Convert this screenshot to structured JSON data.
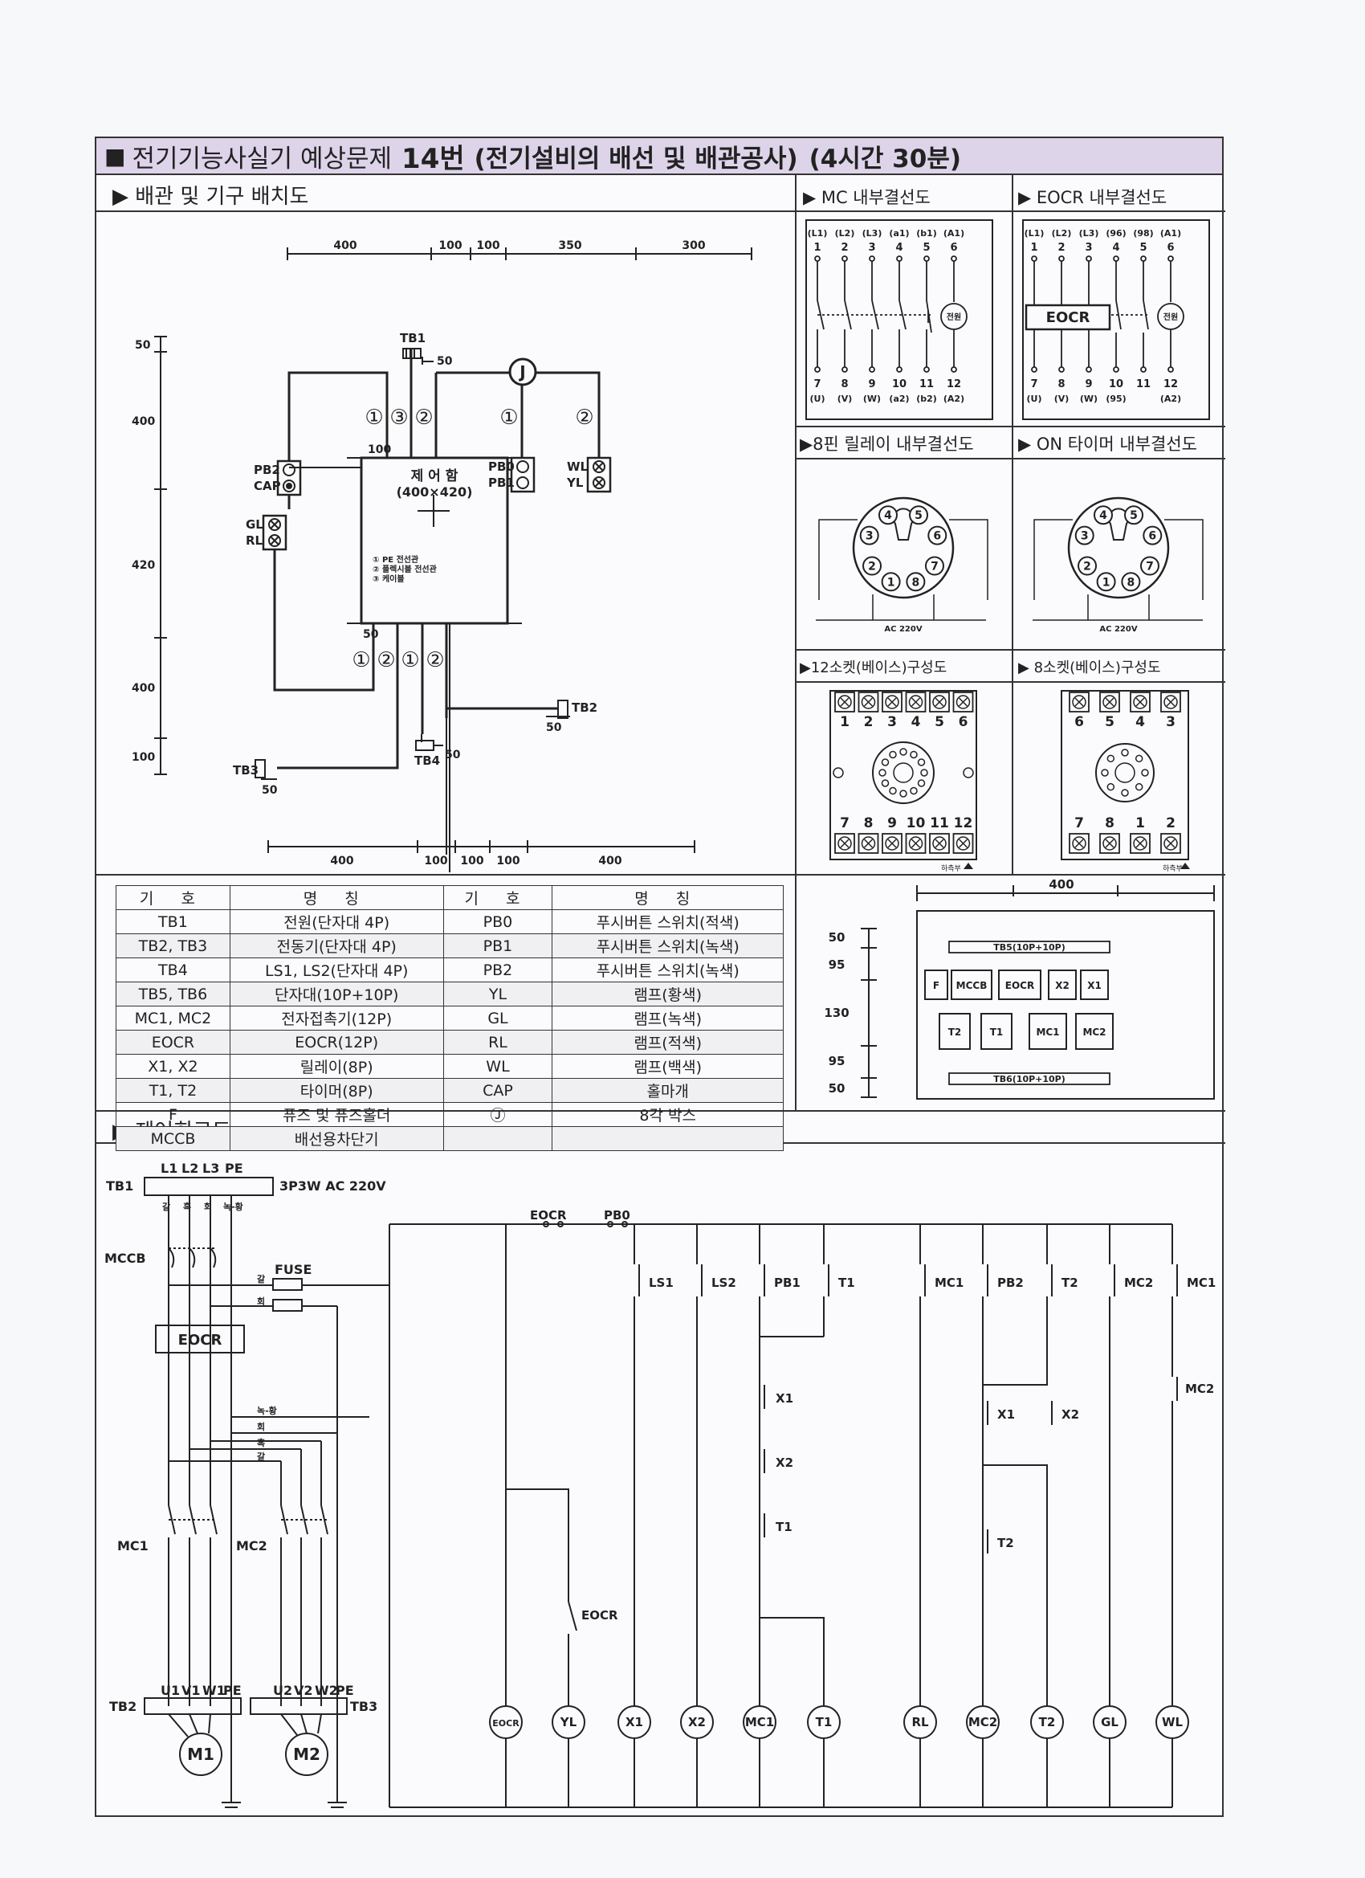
{
  "title": {
    "prefix": "전기기능사실기 예상문제",
    "number": "14번",
    "subject": "(전기설비의 배선 및 배관공사)",
    "time": "(4시간 30분)"
  },
  "sections": {
    "layout": "▶ 배관 및 기구 배치도",
    "mc_internal": "▶ MC 내부결선도",
    "eocr_internal": "▶ EOCR 내부결선도",
    "relay8": "▶8핀 릴레이 내부결선도",
    "timer_on": "▶ ON 타이머 내부결선도",
    "socket12": "▶12소켓(베이스)구성도",
    "socket8": "▶ 8소켓(베이스)구성도",
    "control": "▶ 제어회로도"
  },
  "layout_diagram": {
    "top_dims": [
      "400",
      "100",
      "100",
      "350",
      "300"
    ],
    "bottom_dims": [
      "400",
      "100",
      "100",
      "100",
      "400"
    ],
    "left_dims": [
      "50",
      "400",
      "420",
      "400",
      "100"
    ],
    "small_dims": [
      "50",
      "100",
      "50",
      "50",
      "50",
      "50"
    ],
    "box_title": "제 어 함",
    "box_size": "(400×420)",
    "box_notes": [
      "① PE 전선관",
      "② 플렉시블 전선관",
      "③ 케이블"
    ],
    "labels": {
      "tb1": "TB1",
      "tb2": "TB2",
      "tb3": "TB3",
      "tb4": "TB4",
      "pb2": "PB2",
      "cap": "CAP",
      "gl": "GL",
      "rl": "RL",
      "pb0": "PB0",
      "pb1": "PB1",
      "wl": "WL",
      "yl": "YL",
      "j": "J"
    },
    "circle_nums": [
      "①",
      "③",
      "②",
      "①",
      "②",
      "①",
      "②",
      "①",
      "②"
    ]
  },
  "mc_diagram": {
    "top_labels": [
      "(L1)",
      "(L2)",
      "(L3)",
      "(a1)",
      "(b1)",
      "(A1)"
    ],
    "top_nums": [
      "1",
      "2",
      "3",
      "4",
      "5",
      "6"
    ],
    "bottom_nums": [
      "7",
      "8",
      "9",
      "10",
      "11",
      "12"
    ],
    "bottom_labels": [
      "(U)",
      "(V)",
      "(W)",
      "(a2)",
      "(b2)",
      "(A2)"
    ],
    "coil": "전원"
  },
  "eocr_diagram": {
    "top_labels": [
      "(L1)",
      "(L2)",
      "(L3)",
      "(96)",
      "(98)",
      "(A1)"
    ],
    "top_nums": [
      "1",
      "2",
      "3",
      "4",
      "5",
      "6"
    ],
    "bottom_nums": [
      "7",
      "8",
      "9",
      "10",
      "11",
      "12"
    ],
    "bottom_labels": [
      "(U)",
      "(V)",
      "(W)",
      "(95)",
      "",
      "(A2)"
    ],
    "box": "EOCR",
    "coil": "전원"
  },
  "relay": {
    "pins": [
      "1",
      "2",
      "3",
      "4",
      "5",
      "6",
      "7",
      "8"
    ],
    "ac": "AC 220V"
  },
  "socket12": {
    "top": [
      "1",
      "2",
      "3",
      "4",
      "5",
      "6"
    ],
    "bottom": [
      "7",
      "8",
      "9",
      "10",
      "11",
      "12"
    ],
    "mark": "하측부"
  },
  "socket8": {
    "top": [
      "6",
      "5",
      "4",
      "3"
    ],
    "bottom": [
      "7",
      "8",
      "1",
      "2"
    ],
    "mark": "하측부"
  },
  "legend": {
    "headers": [
      "기 호",
      "명 칭",
      "기 호",
      "명 칭"
    ],
    "rows": [
      [
        "TB1",
        "전원(단자대 4P)",
        "PB0",
        "푸시버튼 스위치(적색)"
      ],
      [
        "TB2, TB3",
        "전동기(단자대 4P)",
        "PB1",
        "푸시버튼 스위치(녹색)"
      ],
      [
        "TB4",
        "LS1, LS2(단자대 4P)",
        "PB2",
        "푸시버튼 스위치(녹색)"
      ],
      [
        "TB5, TB6",
        "단자대(10P+10P)",
        "YL",
        "램프(황색)"
      ],
      [
        "MC1, MC2",
        "전자접촉기(12P)",
        "GL",
        "램프(녹색)"
      ],
      [
        "EOCR",
        "EOCR(12P)",
        "RL",
        "램프(적색)"
      ],
      [
        "X1, X2",
        "릴레이(8P)",
        "WL",
        "램프(백색)"
      ],
      [
        "T1, T2",
        "타이머(8P)",
        "CAP",
        "홀마개"
      ],
      [
        "F",
        "퓨즈 및 퓨즈홀더",
        "Ⓙ",
        "8각 박스"
      ],
      [
        "MCCB",
        "배선용차단기",
        "",
        ""
      ]
    ]
  },
  "panel": {
    "width": "400",
    "dims": [
      "50",
      "95",
      "130",
      "95",
      "50"
    ],
    "tb5": "TB5(10P+10P)",
    "tb6": "TB6(10P+10P)",
    "row1": [
      "F",
      "MCCB",
      "EOCR",
      "X2",
      "X1"
    ],
    "row2": [
      "T2",
      "T1",
      "MC1",
      "MC2"
    ]
  },
  "control": {
    "tb1": "TB1",
    "phases": [
      "L1",
      "L2",
      "L3",
      "PE"
    ],
    "supply": "3P3W AC 220V",
    "wire_colors": [
      "갈",
      "흑",
      "회",
      "녹-황"
    ],
    "mccb": "MCCB",
    "fuse": "FUSE",
    "fuse_colors": [
      "갈",
      "회"
    ],
    "eocr": "EOCR",
    "bus_colors": [
      "녹-황",
      "회",
      "흑",
      "갈"
    ],
    "mc1": "MC1",
    "mc2": "MC2",
    "tb2": "TB2",
    "tb3": "TB3",
    "m1_terms": [
      "U1",
      "V1",
      "W1",
      "PE"
    ],
    "m2_terms": [
      "U2",
      "V2",
      "W2",
      "PE"
    ],
    "m1": "M1",
    "m2": "M2",
    "top_contacts": [
      "EOCR",
      "PB0"
    ],
    "contacts": {
      "ls1": "LS1",
      "ls2": "LS2",
      "pb1": "PB1",
      "t1": "T1",
      "mc1": "MC1",
      "pb2": "PB2",
      "t2": "T2",
      "mc2": "MC2",
      "mc1b": "MC1",
      "mc2b": "MC2",
      "x1a": "X1",
      "x2a": "X2",
      "t1b": "T1",
      "x1b": "X1",
      "x2b": "X2",
      "t2b": "T2",
      "eocrb": "EOCR"
    },
    "loads": [
      "EOCR",
      "YL",
      "X1",
      "X2",
      "MC1",
      "T1",
      "RL",
      "MC2",
      "T2",
      "GL",
      "WL"
    ]
  }
}
